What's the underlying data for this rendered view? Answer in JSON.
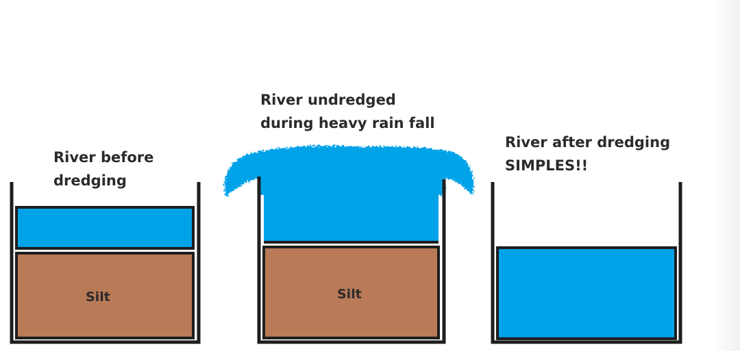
{
  "panels": [
    {
      "caption": [
        "River before",
        "dredging"
      ],
      "silt_label": "Silt"
    },
    {
      "caption": [
        "River undredged",
        "during heavy rain fall"
      ],
      "silt_label": "Silt"
    },
    {
      "caption": [
        "River after dredging",
        "SIMPLES!!"
      ]
    }
  ],
  "colors": {
    "water": "#00a2e8",
    "silt": "#b97a57",
    "outline": "#1e1e1e"
  }
}
